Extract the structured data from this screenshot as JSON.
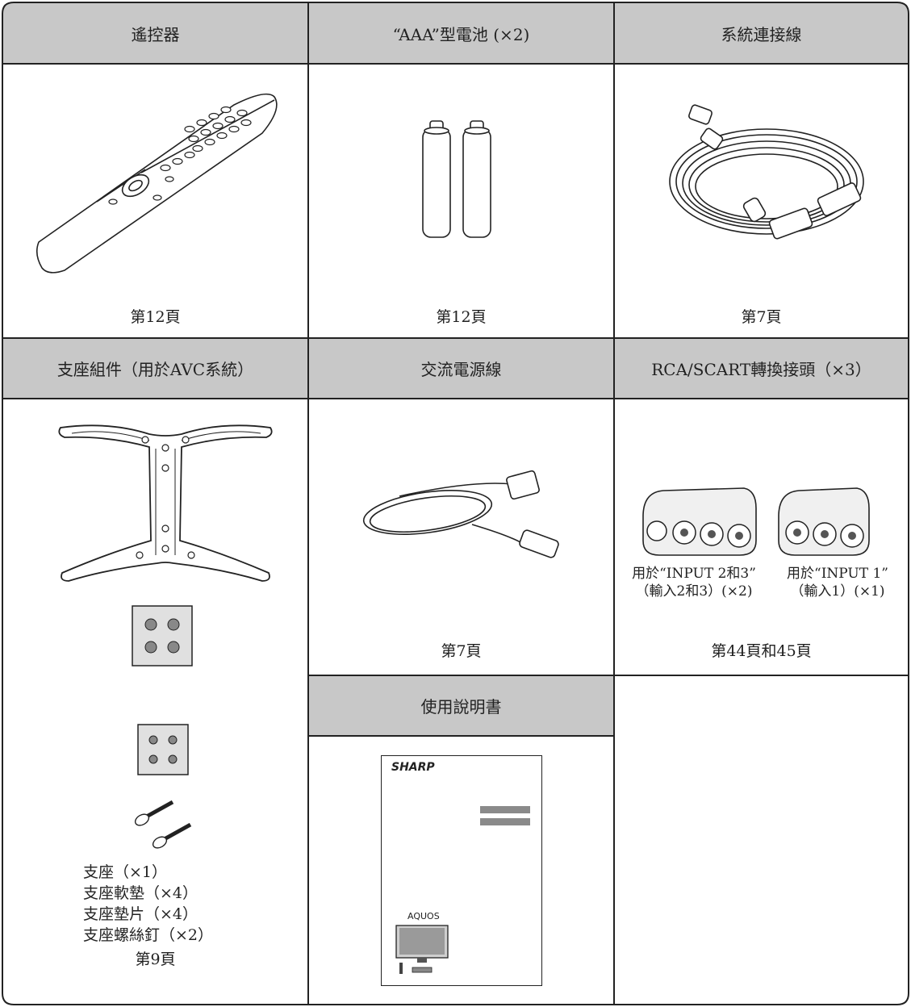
{
  "cells": {
    "remote": {
      "title": "遙控器",
      "caption": "第12頁"
    },
    "batteries": {
      "title": "“AAA”型電池 (×2)",
      "caption": "第12頁"
    },
    "cable": {
      "title": "系統連接線",
      "caption": "第7頁"
    },
    "stand": {
      "title": "支座組件（用於AVC系統）",
      "items": [
        "支座（×1）",
        "支座軟墊（×4）",
        "支座墊片（×4）",
        "支座螺絲釘（×2）"
      ],
      "caption": "第9頁"
    },
    "power": {
      "title": "交流電源線",
      "caption": "第7頁"
    },
    "adapter": {
      "title": "RCA/SCART轉換接頭（×3）",
      "left_line1": "用於“INPUT 2和3”",
      "left_line2": "（輸入2和3）(×2)",
      "right_line1": "用於“INPUT 1”",
      "right_line2": "（輸入1）(×1)",
      "caption": "第44頁和45頁"
    },
    "manual": {
      "title": "使用說明書",
      "brand": "SHARP",
      "product": "AQUOS"
    }
  }
}
